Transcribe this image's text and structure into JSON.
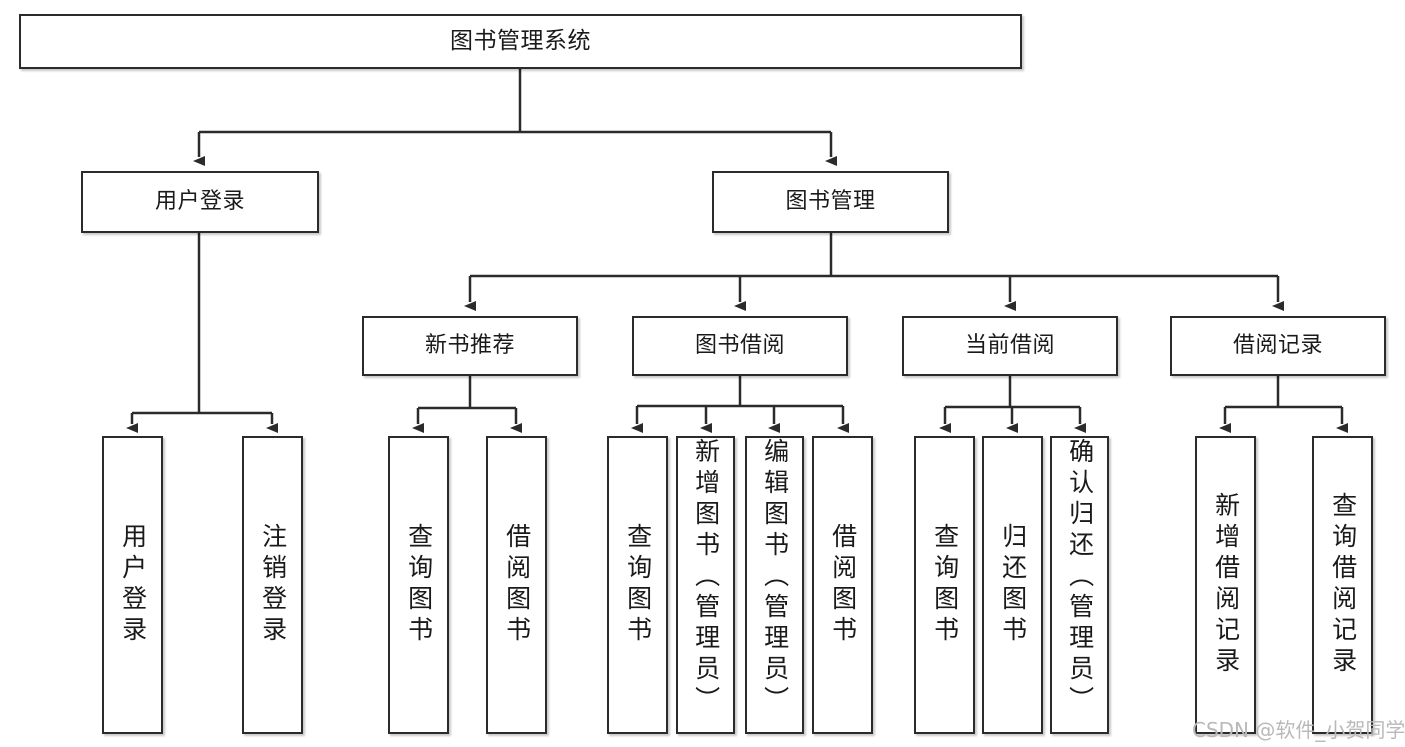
{
  "diagram": {
    "title": "图书管理系统",
    "type": "tree",
    "root": {
      "label": "图书管理系统"
    },
    "level2": [
      {
        "label": "用户登录"
      },
      {
        "label": "图书管理"
      }
    ],
    "level3": [
      {
        "label": "新书推荐"
      },
      {
        "label": "图书借阅"
      },
      {
        "label": "当前借阅"
      },
      {
        "label": "借阅记录"
      }
    ],
    "leaves": {
      "user_login": [
        {
          "label": "用户登录"
        },
        {
          "label": "注销登录"
        }
      ],
      "new_book": [
        {
          "label": "查询图书"
        },
        {
          "label": "借阅图书"
        }
      ],
      "borrow": [
        {
          "label": "查询图书"
        },
        {
          "label": "新增图书（管理员）"
        },
        {
          "label": "编辑图书（管理员）"
        },
        {
          "label": "借阅图书"
        }
      ],
      "current": [
        {
          "label": "查询图书"
        },
        {
          "label": "归还图书"
        },
        {
          "label": "确认归还（管理员）"
        }
      ],
      "records": [
        {
          "label": "新增借阅记录"
        },
        {
          "label": "查询借阅记录"
        }
      ]
    },
    "watermark": "CSDN @软件_小贺同学",
    "colors": {
      "stroke": "#2b2b2b",
      "fill": "#ffffff",
      "text": "#1a1a1a",
      "watermark": "#b9b9b9"
    }
  }
}
